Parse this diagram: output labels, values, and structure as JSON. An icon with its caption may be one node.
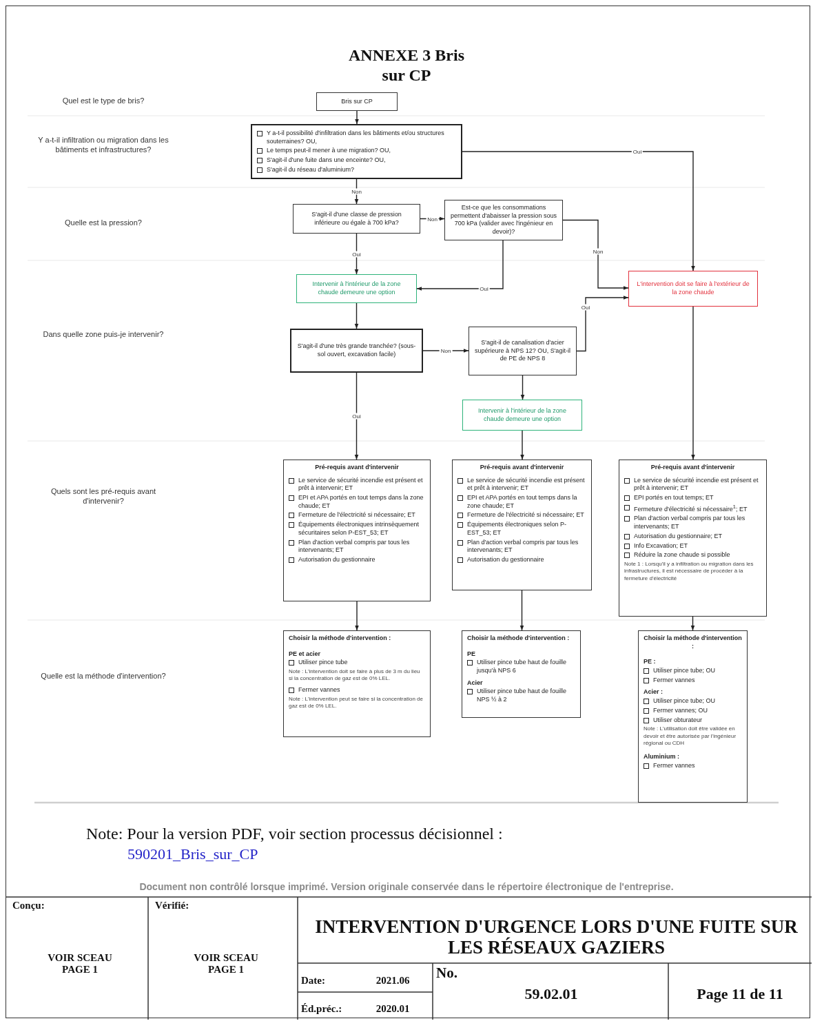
{
  "diagram": {
    "title": "ANNEXE 3 Bris sur CP",
    "nodes": [
      {
        "text": [
          "Bris sur CP"
        ]
      },
      {
        "text": [
          "Y a-t-il possibilité d'infiltration dans les bâtiments et/ou structures souterraines? OU,",
          "Le temps peut-il mener à une migration? OU,",
          "S'agit-il d'une fuite dans une enceinte? OU,",
          "S'agit-il du réseau d'aluminium?"
        ]
      },
      {
        "text": [
          "S'agit-il d'une classe de pression inférieure ou égale à 700 kPa?"
        ]
      },
      {
        "text": [
          "Est-ce que les consommations permettent d'abaisser la pression sous 700 kPa (valider avec l'ingénieur en devoir)?"
        ]
      },
      {
        "text": [
          "Intervenir à l'intérieur de la zone chaude demeure une option"
        ]
      },
      {
        "text": [
          "L'intervention doit se faire à l'extérieur de la zone chaude"
        ]
      },
      {
        "text": [
          "S'agit-il d'une très grande tranchée? (sous-sol ouvert, excavation facile)"
        ]
      },
      {
        "text": [
          "S'agit-il de canalisation d'acier supérieure à NPS 12? OU, S'agit-il de PE de NPS 8"
        ]
      },
      {
        "text": [
          "Intervenir à l'intérieur de la zone chaude demeure une option"
        ]
      },
      {
        "text": [
          "Pré-requis avant d'intervenir",
          "Le service de sécurité incendie est présent et prêt à intervenir; ET",
          "EPI et APA portés en tout temps dans la zone chaude; ET",
          "Fermeture de l'électricité si nécessaire; ET",
          "Équipements électroniques intrinsèquement sécuritaires selon P-EST_53; ET",
          "Plan d'action verbal compris par tous les intervenants; ET",
          "Autorisation du gestionnaire"
        ]
      },
      {
        "text": [
          "Pré-requis avant d'intervenir",
          "Le service de sécurité incendie est présent et prêt à intervenir; ET",
          "EPI et APA portés en tout temps dans la zone chaude; ET",
          "Fermeture de l'électricité si nécessaire; ET",
          "Équipements électroniques selon P-EST_53; ET",
          "Plan d'action verbal compris par tous les intervenants; ET",
          "Autorisation du gestionnaire"
        ]
      },
      {
        "text": [
          "Pré-requis avant d'intervenir",
          "Le service de sécurité incendie est présent et prêt à intervenir; ET",
          "EPI portés en tout temps; ET",
          "Fermeture d'électricité si nécessaire$^{1}$; ET",
          "Plan d'action verbal compris par tous les intervenants; ET",
          "Autorisation du gestionnaire; ET",
          "Info Excavation; ET",
          "Réduire la zone chaude si possible",
          "Note 1 : Lorsqu'il y a infiltration ou migration dans les infrastructures, il est nécessaire de procéder à la fermeture d'électricité"
        ]
      },
      {
        "text": [
          "Choisir la méthode d'intervention :",
          "PE et acier",
          "Utiliser pince tube",
          "Note : L'intervention doit se faire à plus de 3 m du lieu si la concentration de gaz est de 0% LEL.",
          "Fermer vannes",
          "Note : L'intervention peut se faire si la concentration de gaz est de 0% LEL."
        ]
      },
      {
        "text": [
          "Choisir la méthode d'intervention :",
          "PE",
          "Utiliser pince tube haut de fouille jusqu'à NPS 6",
          "Acier",
          "Utiliser pince tube haut de fouille NPS ½ à 2"
        ]
      },
      {
        "text": [
          "Choisir la méthode d'intervention :",
          "PE :",
          "Utiliser pince tube; OU",
          "Fermer vannes",
          "Acier :",
          "Utiliser pince tube; OU",
          "Fermer vannes; OU",
          "Utiliser obturateur",
          "Note : L'utilisation doit être validée en devoir et être autorisée par l'ingénieur régional ou CDH",
          "Aluminium :",
          "Fermer vannes"
        ]
      }
    ],
    "edges": [
      {
        "from": 0,
        "to": 1,
        "arrow": "to"
      },
      {
        "from": 1,
        "to": 5,
        "arrow": "to",
        "label": "Oui"
      },
      {
        "from": 1,
        "to": 2,
        "arrow": "to",
        "label": "Non"
      },
      {
        "from": 2,
        "to": 3,
        "arrow": "to",
        "label": "Non"
      },
      {
        "from": 2,
        "to": 4,
        "arrow": "to",
        "label": "Oui"
      },
      {
        "from": 3,
        "to": 4,
        "arrow": "to",
        "label": "Oui"
      },
      {
        "from": 3,
        "to": 5,
        "arrow": "to",
        "label": "Non"
      },
      {
        "from": 4,
        "to": 6,
        "arrow": "to"
      },
      {
        "from": 6,
        "to": 7,
        "arrow": "to",
        "label": "Non"
      },
      {
        "from": 7,
        "to": 5,
        "arrow": "to",
        "label": "Oui"
      },
      {
        "from": 7,
        "to": 8,
        "arrow": "to"
      },
      {
        "from": 6,
        "to": 9,
        "arrow": "to",
        "label": "Oui"
      },
      {
        "from": 8,
        "to": 10,
        "arrow": "to"
      },
      {
        "from": 5,
        "to": 11,
        "arrow": "to"
      },
      {
        "from": 9,
        "to": 12,
        "arrow": "to"
      },
      {
        "from": 10,
        "to": 13,
        "arrow": "to"
      },
      {
        "from": 11,
        "to": 14,
        "arrow": "to"
      }
    ],
    "labels": [
      "Quel est le type de bris?",
      "Y a-t-il infiltration ou migration dans les bâtiments et infrastructures?",
      "Quelle est la pression?",
      "Dans quelle zone puis-je intervenir?",
      "Quels sont les pré-requis avant d'intervenir?",
      "Quelle est la méthode d'intervention?",
      "Note: Pour la version PDF, voir section processus décisionnel :",
      "590201_Bris_sur_CP",
      "Document non contrôlé lorsque imprimé. Version originale conservée dans le répertoire électronique de l'entreprise.",
      "Conçu:",
      "Vérifié:",
      "VOIR SCEAU PAGE 1",
      "VOIR SCEAU PAGE 1",
      "INTERVENTION D'URGENCE LORS D'UNE FUITE SUR LES RÉSEAUX GAZIERS",
      "Date:",
      "2021.06",
      "No.",
      "59.02.01",
      "Page 11 de 11",
      "Éd.préc.:",
      "2020.01"
    ]
  }
}
